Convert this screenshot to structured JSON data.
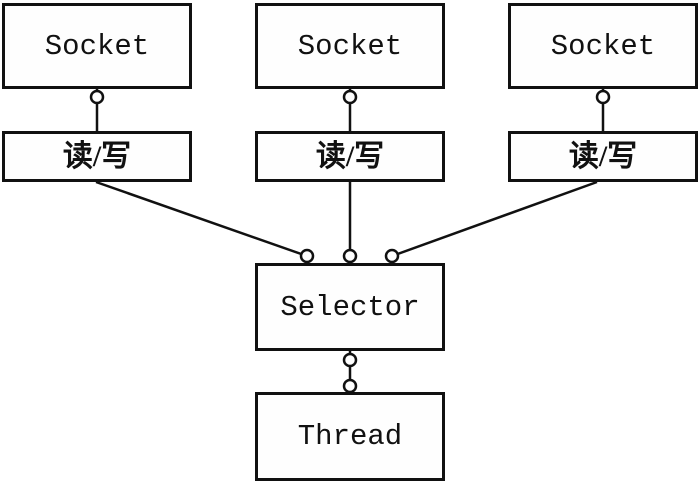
{
  "diagram": {
    "type": "architecture-diagram",
    "colors": {
      "background": "#ffffff",
      "stroke": "#111111",
      "box_fill": "#fefefe",
      "text": "#111111"
    },
    "nodes": {
      "socket1": {
        "label": "Socket"
      },
      "socket2": {
        "label": "Socket"
      },
      "socket3": {
        "label": "Socket"
      },
      "rw1": {
        "label": "读/写"
      },
      "rw2": {
        "label": "读/写"
      },
      "rw3": {
        "label": "读/写"
      },
      "selector": {
        "label": "Selector"
      },
      "thread": {
        "label": "Thread"
      }
    },
    "edges": [
      {
        "from": "socket1",
        "to": "rw1"
      },
      {
        "from": "socket2",
        "to": "rw2"
      },
      {
        "from": "socket3",
        "to": "rw3"
      },
      {
        "from": "rw1",
        "to": "selector"
      },
      {
        "from": "rw2",
        "to": "selector"
      },
      {
        "from": "rw3",
        "to": "selector"
      },
      {
        "from": "selector",
        "to": "thread"
      }
    ]
  }
}
